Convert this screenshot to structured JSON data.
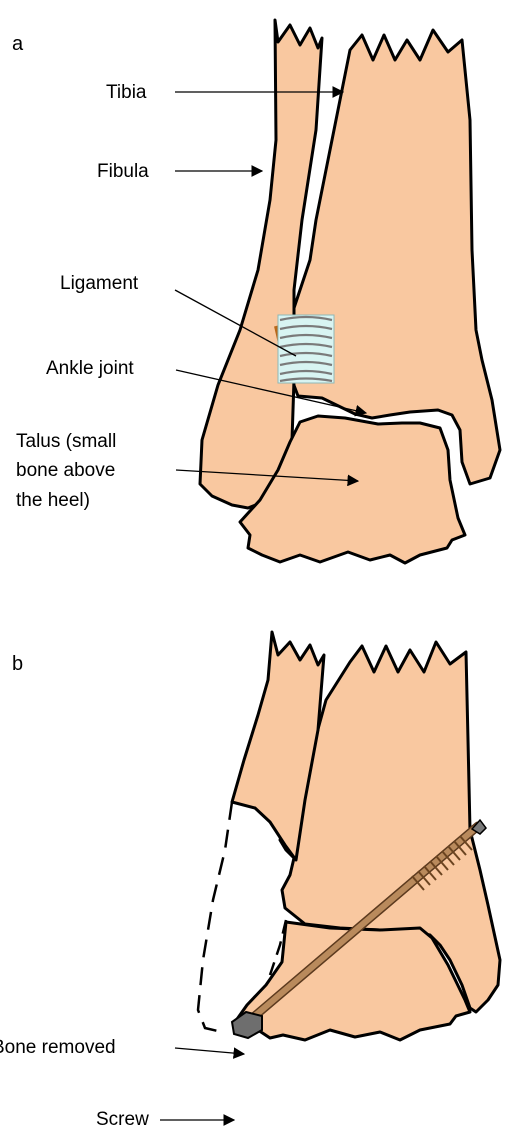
{
  "panels": {
    "a": {
      "letter": "a",
      "labels": {
        "tibia": "Tibia",
        "fibula": "Fibula",
        "ligament": "Ligament",
        "ankle_joint": "Ankle joint",
        "talus_line1": "Talus (small",
        "talus_line2": "bone above",
        "talus_line3": "the heel)"
      }
    },
    "b": {
      "letter": "b",
      "labels": {
        "bone_removed": "Bone removed",
        "screw": "Screw"
      }
    }
  },
  "colors": {
    "bone": "#F9C8A0",
    "ligament_fill": "#D8F4F2",
    "ligament_band": "#7A7A7A",
    "screw_shaft": "#B98A5C",
    "screw_head": "#6E6E6E",
    "outline": "#000000"
  }
}
